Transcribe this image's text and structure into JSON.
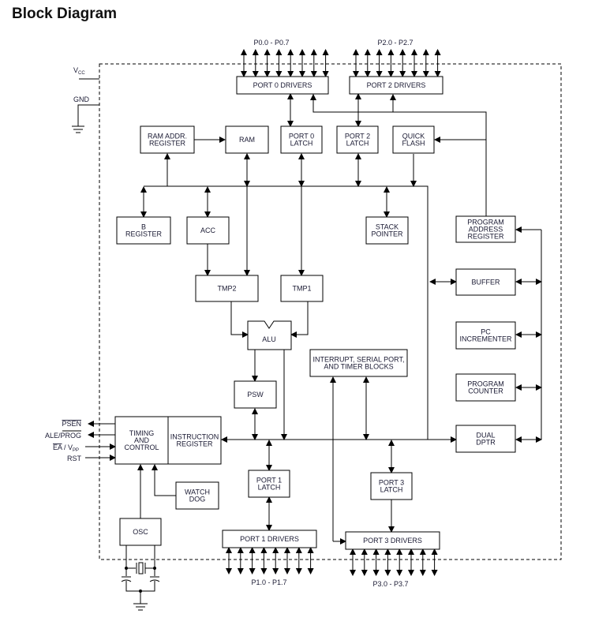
{
  "title": "Block Diagram",
  "blocks": {
    "port0_drivers": [
      "PORT 0 DRIVERS"
    ],
    "port2_drivers": [
      "PORT 2 DRIVERS"
    ],
    "ram_addr_register": [
      "RAM ADDR.",
      "REGISTER"
    ],
    "ram": [
      "RAM"
    ],
    "port0_latch": [
      "PORT 0",
      "LATCH"
    ],
    "port2_latch": [
      "PORT 2",
      "LATCH"
    ],
    "quick_flash": [
      "QUICK",
      "FLASH"
    ],
    "b_register": [
      "B",
      "REGISTER"
    ],
    "acc": [
      "ACC"
    ],
    "stack_pointer": [
      "STACK",
      "POINTER"
    ],
    "program_address_register": [
      "PROGRAM",
      "ADDRESS",
      "REGISTER"
    ],
    "buffer": [
      "BUFFER"
    ],
    "tmp2": [
      "TMP2"
    ],
    "tmp1": [
      "TMP1"
    ],
    "alu": [
      "ALU"
    ],
    "pc_incrementer": [
      "PC",
      "INCREMENTER"
    ],
    "interrupt_blocks": [
      "INTERRUPT, SERIAL PORT,",
      "AND TIMER BLOCKS"
    ],
    "psw": [
      "PSW"
    ],
    "program_counter": [
      "PROGRAM",
      "COUNTER"
    ],
    "timing_control": [
      "TIMING",
      "AND",
      "CONTROL"
    ],
    "instruction_register": [
      "INSTRUCTION",
      "REGISTER"
    ],
    "dual_dptr": [
      "DUAL",
      "DPTR"
    ],
    "port1_latch": [
      "PORT 1",
      "LATCH"
    ],
    "port3_latch": [
      "PORT 3",
      "LATCH"
    ],
    "watch_dog": [
      "WATCH",
      "DOG"
    ],
    "osc": [
      "OSC"
    ],
    "port1_drivers": [
      "PORT 1 DRIVERS"
    ],
    "port3_drivers": [
      "PORT 3 DRIVERS"
    ]
  },
  "pin_groups": {
    "p0": "P0.0 - P0.7",
    "p2": "P2.0 - P2.7",
    "p1": "P1.0 - P1.7",
    "p3": "P3.0 - P3.7"
  },
  "power": {
    "vcc": "V",
    "vcc_sub": "CC",
    "gnd": "GND"
  },
  "control_pins": {
    "psen": "PSEN",
    "ale_prog": "ALE/PROG",
    "ea": "EA",
    "ea_sep": " / V",
    "ea_sub": "PP",
    "rst": "RST"
  }
}
